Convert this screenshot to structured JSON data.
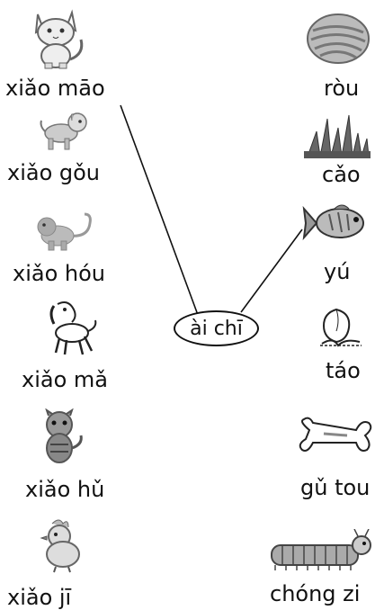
{
  "left_items": [
    {
      "label": "xiǎo māo",
      "picture": "cat"
    },
    {
      "label": "xiǎo gǒu",
      "picture": "puppy"
    },
    {
      "label": "xiǎo hóu",
      "picture": "monkey"
    },
    {
      "label": "xiǎo mǎ",
      "picture": "horse"
    },
    {
      "label": "xiǎo hǔ",
      "picture": "tiger"
    },
    {
      "label": "xiǎo jī",
      "picture": "chick"
    }
  ],
  "right_items": [
    {
      "label": "ròu",
      "picture": "meat"
    },
    {
      "label": "cǎo",
      "picture": "grass"
    },
    {
      "label": "yú",
      "picture": "fish"
    },
    {
      "label": "táo",
      "picture": "peach"
    },
    {
      "label": "gǔ tou",
      "picture": "bone"
    },
    {
      "label": "chóng zi",
      "picture": "caterpillar"
    }
  ],
  "center": {
    "label": "ài chī"
  },
  "connections": [
    {
      "from": "xiǎo māo",
      "to": "ài chī"
    },
    {
      "from": "ài chī",
      "to": "yú"
    }
  ]
}
